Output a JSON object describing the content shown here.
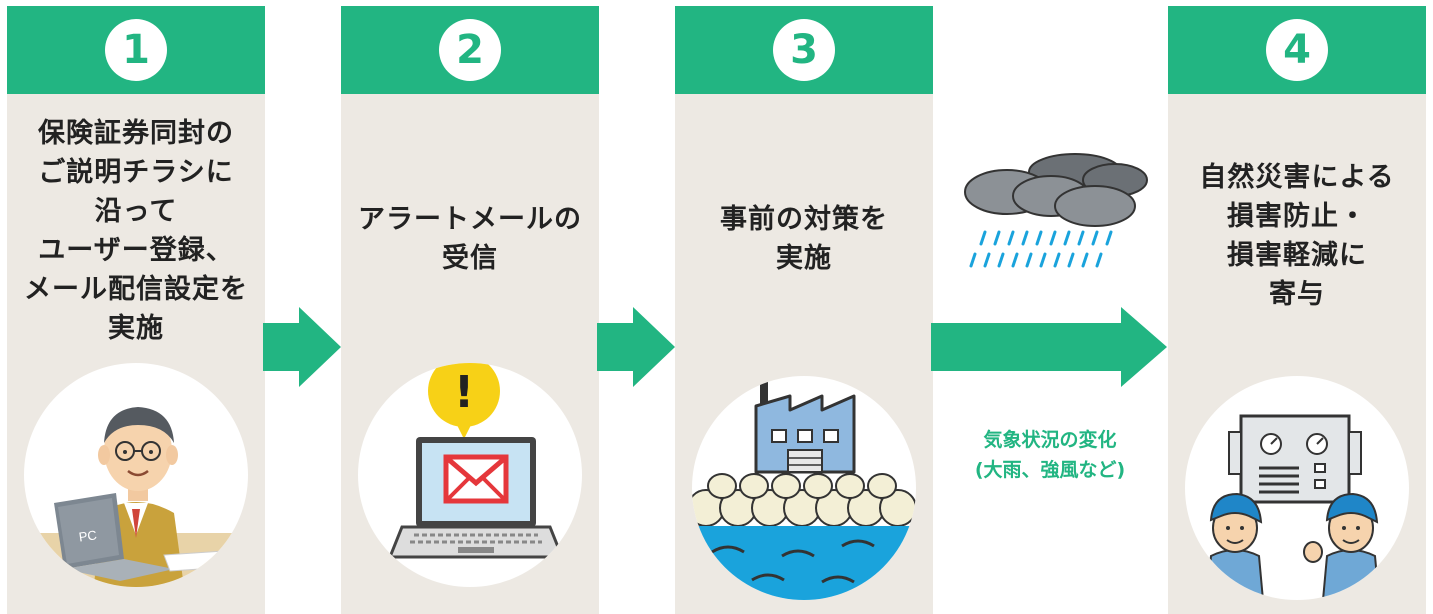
{
  "steps": [
    {
      "number": "1",
      "lines": [
        "保険証券同封の",
        "ご説明チラシに",
        "沿って",
        "ユーザー登録、",
        "メール配信設定を",
        "実施"
      ],
      "pc_label": "PC"
    },
    {
      "number": "2",
      "lines": [
        "アラートメールの",
        "受信"
      ],
      "alert_mark": "!"
    },
    {
      "number": "3",
      "lines": [
        "事前の対策を",
        "実施"
      ]
    },
    {
      "number": "4",
      "lines": [
        "自然災害による",
        "損害防止・",
        "損害軽減に",
        "寄与"
      ]
    }
  ],
  "weather_caption": [
    "気象状況の変化",
    "(大雨、強風など)"
  ],
  "colors": {
    "accent": "#22b582",
    "panel": "#ede9e3",
    "alert": "#f7d117",
    "mail": "#e5373b"
  },
  "icons": [
    "man-with-laptop",
    "laptop-mail-alert",
    "factory-sandbags-flood",
    "rain-cloud",
    "workers-control-panel"
  ]
}
